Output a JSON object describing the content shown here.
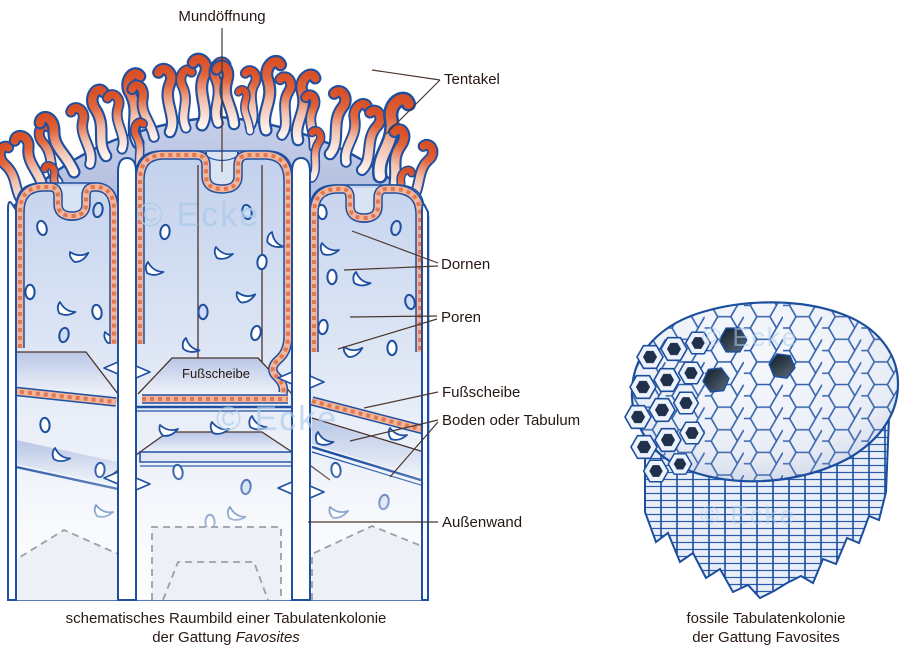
{
  "figure": {
    "left_panel": {
      "labels": {
        "mundoeffnung": "Mundöffnung",
        "tentakel": "Tentakel",
        "dornen": "Dornen",
        "poren": "Poren",
        "fussscheibe": "Fußscheibe",
        "boden_oder_tabulum": "Boden oder Tabulum",
        "aussenwand": "Außenwand",
        "inner_fussscheibe": "Fußscheibe"
      },
      "caption_line1": "schematisches Raumbild einer Tabulatenkolonie",
      "caption_line2_prefix": "der Gattung ",
      "caption_line2_genus": "Favosites"
    },
    "right_panel": {
      "caption_line1": "fossile Tabulatenkolonie",
      "caption_line2": "der Gattung Favosites"
    },
    "watermark": "© Ecke",
    "colors": {
      "outline_blue": "#1e4fa0",
      "tissue_salmon": "#f4b59d",
      "tissue_dash": "#e07950",
      "tentacle_tip": "#d94f26",
      "label_text": "#241712",
      "watermark_blue": "#aecdea"
    }
  }
}
